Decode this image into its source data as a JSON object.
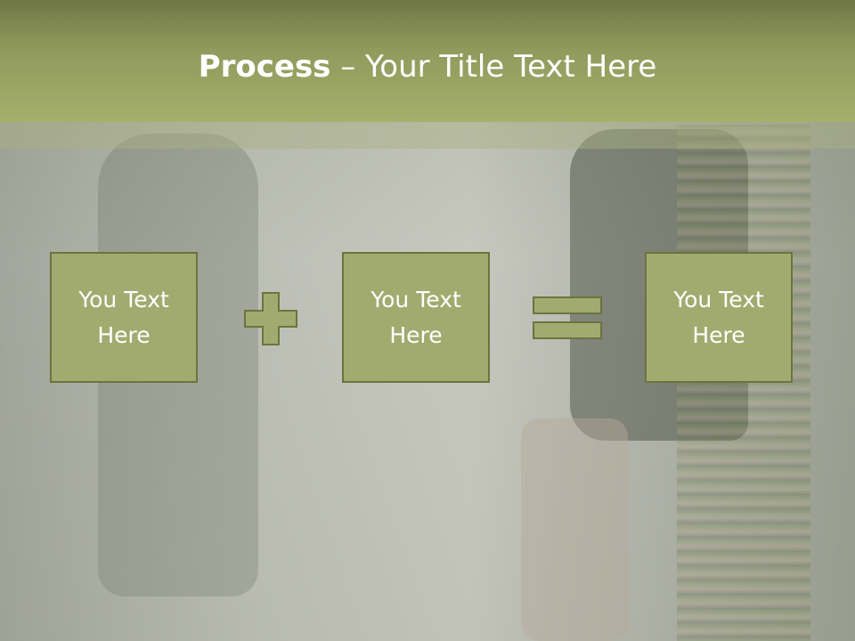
{
  "title": {
    "bold": "Process",
    "rest": " – Your Title Text Here"
  },
  "boxes": [
    {
      "text": "You Text\nHere"
    },
    {
      "text": "You Text\nHere"
    },
    {
      "text": "You Text\nHere"
    }
  ],
  "operators": [
    "plus-icon",
    "equals-icon"
  ],
  "colors": {
    "header": "#a5b06c",
    "box_fill": "#a2ab6f",
    "box_border": "#6d733f",
    "text": "#ffffff"
  }
}
